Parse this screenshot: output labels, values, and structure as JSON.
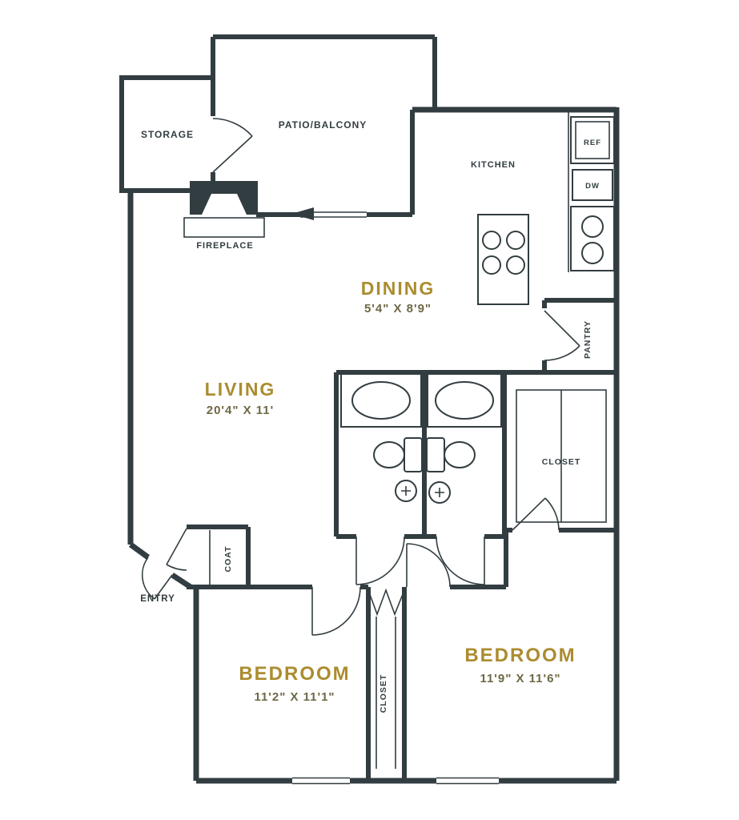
{
  "colors": {
    "wall": "#323d41",
    "accent": "#ab8c2f",
    "dims": "#6e6845"
  },
  "rooms": {
    "storage": {
      "label": "STORAGE"
    },
    "patio": {
      "label": "PATIO/BALCONY"
    },
    "fireplace": {
      "label": "FIREPLACE"
    },
    "kitchen": {
      "label": "KITCHEN"
    },
    "dining": {
      "label": "DINING",
      "dims": "5'4\" X 8'9\""
    },
    "living": {
      "label": "LIVING",
      "dims": "20'4\" X 11'"
    },
    "pantry": {
      "label": "PANTRY"
    },
    "closet": {
      "label": "CLOSET"
    },
    "entry": {
      "label": "ENTRY"
    },
    "coat": {
      "label": "COAT"
    },
    "bedroom1": {
      "label": "BEDROOM",
      "dims": "11'2\" X 11'1\""
    },
    "bedroom2": {
      "label": "BEDROOM",
      "dims": "11'9\" X 11'6\""
    },
    "bedroom_closet": {
      "label": "CLOSET"
    }
  },
  "appliances": {
    "ref": "REF",
    "dw": "DW"
  }
}
